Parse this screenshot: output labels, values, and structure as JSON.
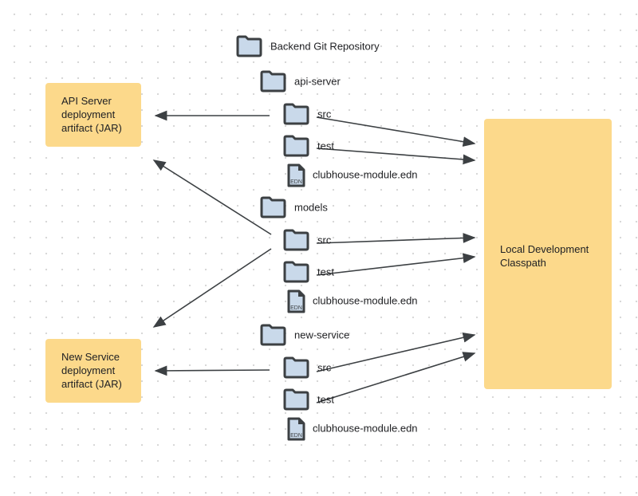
{
  "repo": {
    "label": "Backend Git Repository"
  },
  "modules": [
    {
      "name": "api-server",
      "children": [
        "src",
        "test",
        "clubhouse-module.edn"
      ]
    },
    {
      "name": "models",
      "children": [
        "src",
        "test",
        "clubhouse-module.edn"
      ]
    },
    {
      "name": "new-service",
      "children": [
        "src",
        "test",
        "clubhouse-module.edn"
      ]
    }
  ],
  "edn_icon_text": "EDN",
  "artifacts": {
    "api_server": "API Server deployment artifact (JAR)",
    "new_service": "New Service deployment artifact (JAR)",
    "classpath": "Local Development Classpath"
  },
  "colors": {
    "box": "#fcd98b",
    "folder_fill": "#c9d9ea",
    "stroke": "#3c4043"
  }
}
